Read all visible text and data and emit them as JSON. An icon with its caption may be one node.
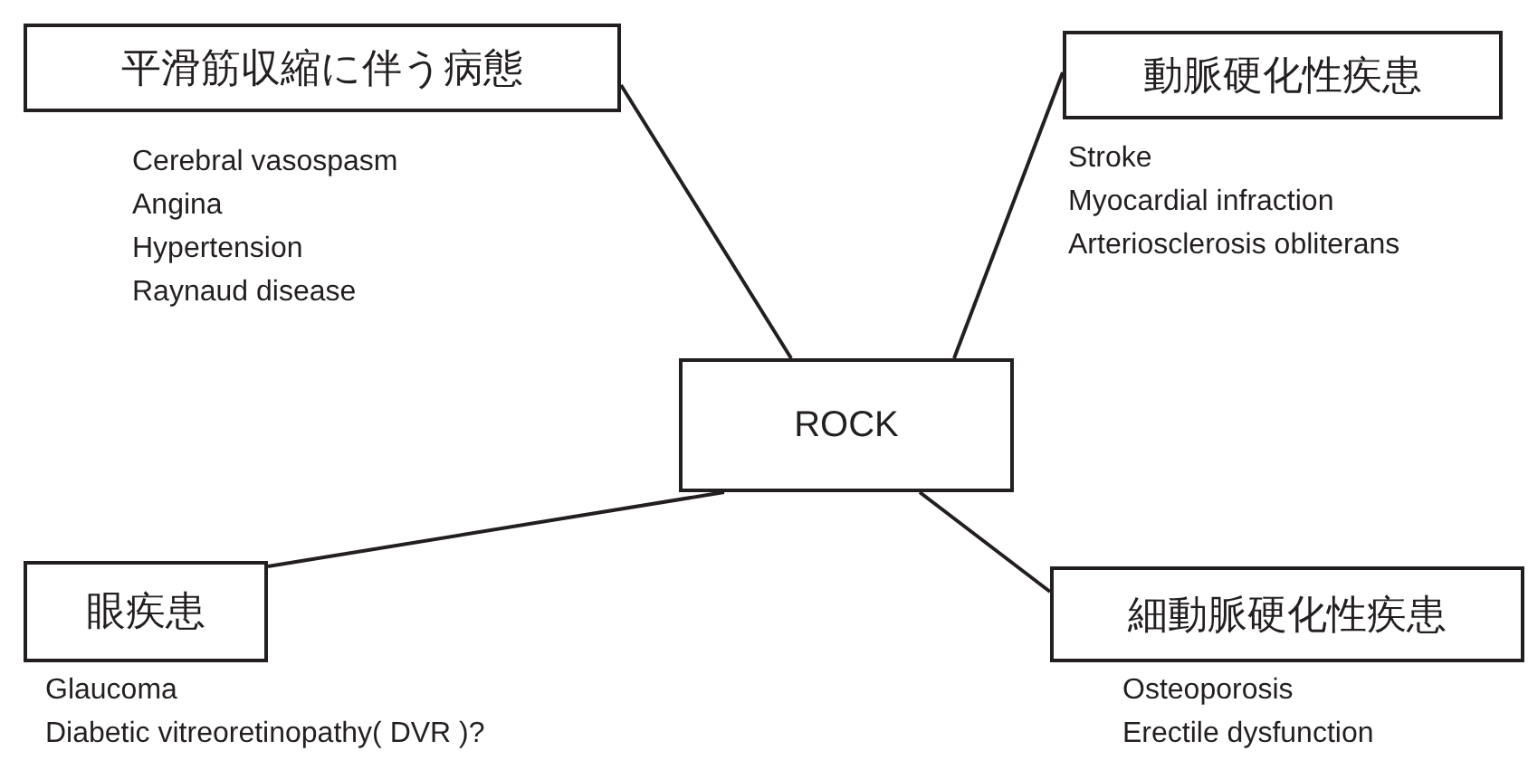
{
  "diagram": {
    "nodes": [
      {
        "text": [
          "平滑筋収縮に伴う病態"
        ],
        "beside": [
          "Cerebral vasospasm",
          "Angina",
          "Hypertension",
          "Raynaud disease"
        ]
      },
      {
        "text": [
          "動脈硬化性疾患"
        ],
        "beside": [
          "Stroke",
          "Myocardial infraction",
          "Arteriosclerosis obliterans"
        ]
      },
      {
        "text": [
          "ROCK"
        ]
      },
      {
        "text": [
          "眼疾患"
        ],
        "beside": [
          "Glaucoma",
          "Diabetic vitreoretinopathy( DVR )?"
        ]
      },
      {
        "text": [
          "細動脈硬化性疾患"
        ],
        "beside": [
          "Osteoporosis",
          "Erectile dysfunction"
        ]
      }
    ],
    "edges": [
      {
        "from": 2,
        "to": 0,
        "arrow": "none"
      },
      {
        "from": 2,
        "to": 1,
        "arrow": "none"
      },
      {
        "from": 2,
        "to": 3,
        "arrow": "none"
      },
      {
        "from": 2,
        "to": 4,
        "arrow": "none"
      }
    ]
  }
}
